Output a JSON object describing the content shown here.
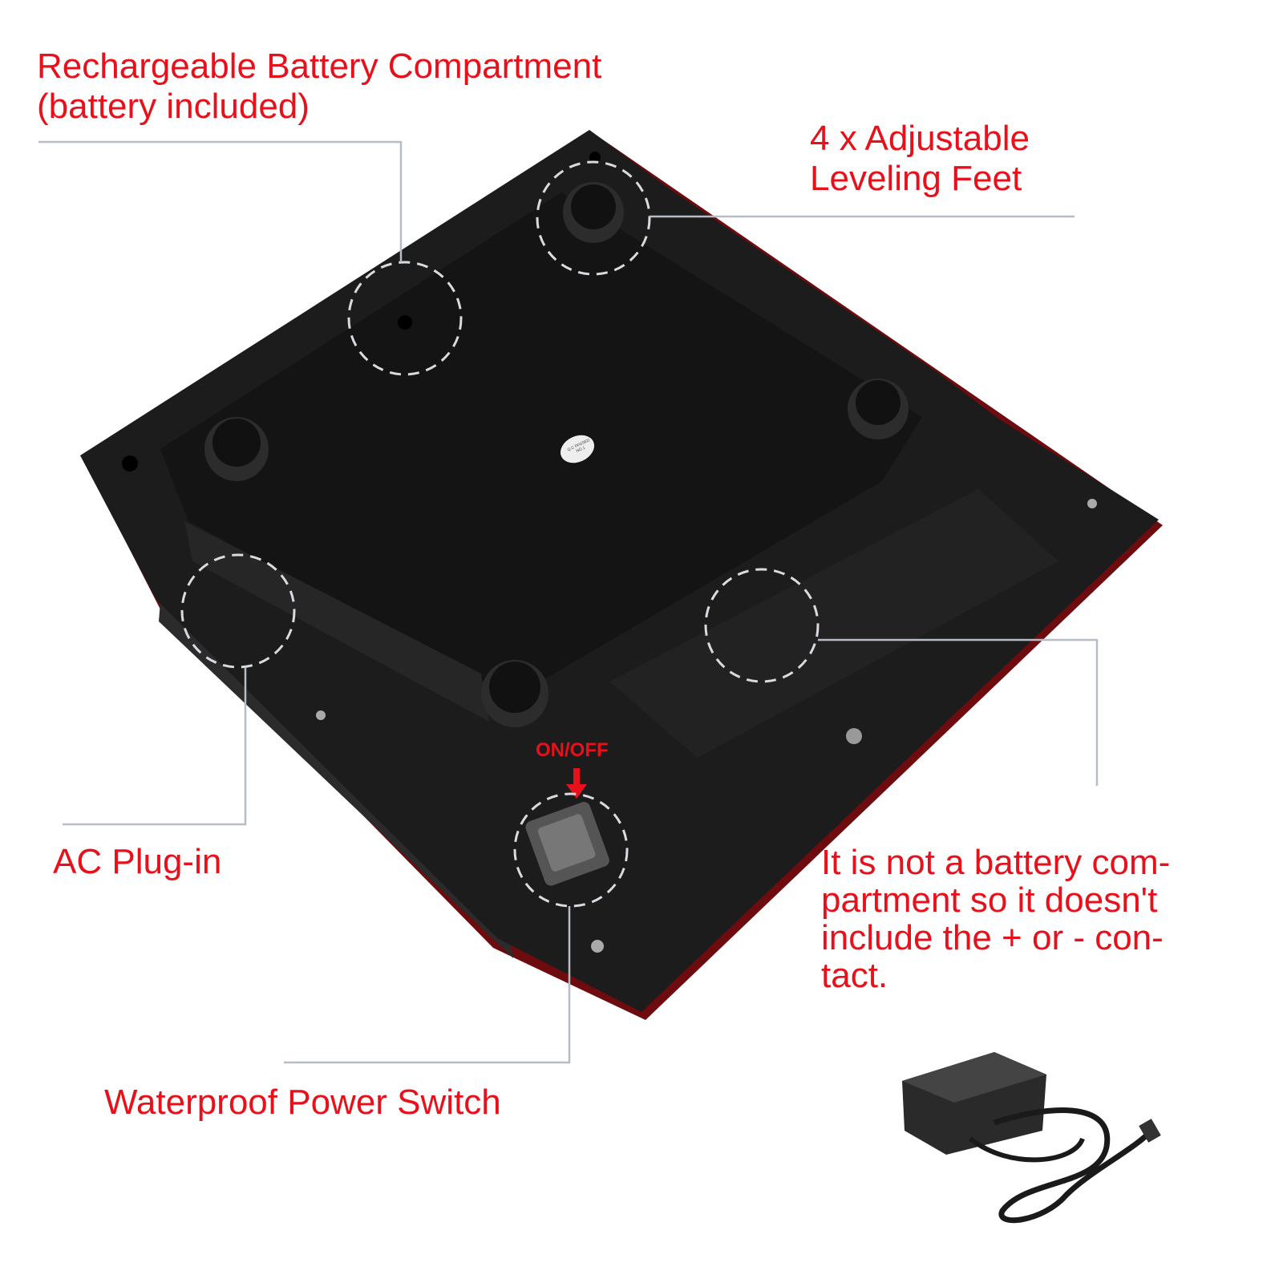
{
  "labels": {
    "battery_compartment": "Rechargeable Battery Compartment\n(battery included)",
    "leveling_feet": "4 x Adjustable\nLeveling Feet",
    "ac_plug": "AC Plug-in",
    "power_switch": "Waterproof Power Switch",
    "note": "It is not a battery com-\npartment so it doesn't\ninclude the + or - con-\ntact.",
    "on_off": "ON/OFF"
  },
  "sticker": "Q.C PASSED NO.1",
  "colors": {
    "label": "#e8101a",
    "leader": "#b8bcc4",
    "body": "#1c1c1c",
    "edge": "#7a0c10"
  }
}
